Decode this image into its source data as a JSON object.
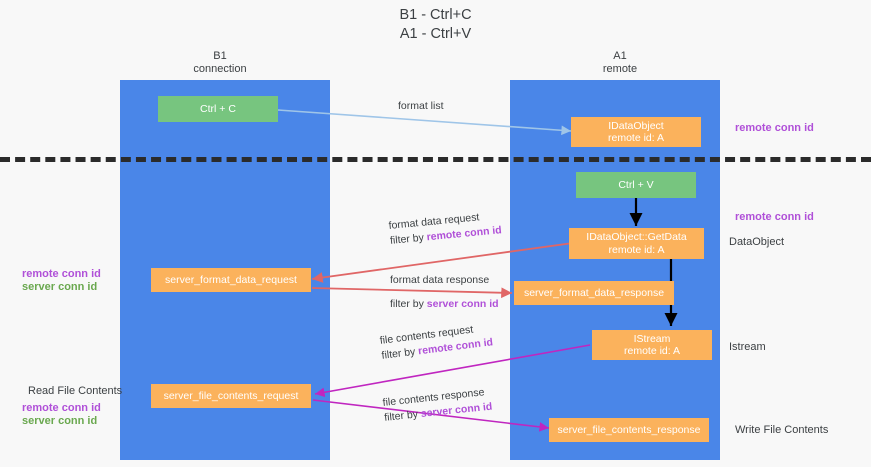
{
  "title": "B1 - Ctrl+C\nA1 - Ctrl+V",
  "columns": [
    {
      "name": "B1",
      "role": "connection",
      "header": "B1\nconnection"
    },
    {
      "name": "A1",
      "role": "remote",
      "header": "A1\nremote"
    }
  ],
  "colors": {
    "lane": "#4a86e8",
    "box_green": "#77c57f",
    "box_orange": "#fbb25c",
    "accent_purple": "#b050d8",
    "accent_green": "#6aa84f",
    "arrow_blue": "#9fc5e8",
    "arrow_red": "#e06666",
    "arrow_black": "#000000",
    "arrow_magenta": "#c026c0",
    "divider": "#2b2b2b",
    "background": "#f8f8f8"
  },
  "nodes": {
    "ctrl_c": {
      "label": "Ctrl + C",
      "color": "green",
      "lane": "B1"
    },
    "idataobject": {
      "line1": "IDataObject",
      "line2": "remote id: A",
      "color": "orange",
      "lane": "A1"
    },
    "ctrl_v": {
      "label": "Ctrl + V",
      "color": "green",
      "lane": "A1"
    },
    "getdata": {
      "line1": "IDataObject::GetData",
      "line2": "remote id: A",
      "color": "orange",
      "lane": "A1"
    },
    "server_format_data_request": {
      "label": "server_format_data_request",
      "color": "orange",
      "lane": "B1"
    },
    "server_format_data_response": {
      "label": "server_format_data_response",
      "color": "orange",
      "lane": "A1"
    },
    "istream": {
      "line1": "IStream",
      "line2": "remote id: A",
      "color": "orange",
      "lane": "A1"
    },
    "server_file_contents_request": {
      "label": "server_file_contents_request",
      "color": "orange",
      "lane": "B1"
    },
    "server_file_contents_response": {
      "label": "server_file_contents_response",
      "color": "orange",
      "lane": "A1"
    }
  },
  "edge_labels": {
    "format_list": "format list",
    "format_data_request": {
      "line1": "format data request",
      "line2_prefix": "filter by ",
      "line2_key": "remote conn id"
    },
    "format_data_response": {
      "line1": "format data response",
      "line2_prefix": "filter by ",
      "line2_key": "server conn id"
    },
    "file_contents_request": {
      "line1": "file contents request",
      "line2_prefix": "filter by ",
      "line2_key": "remote conn id"
    },
    "file_contents_response": {
      "line1": "file contents response",
      "line2_prefix": "filter by ",
      "line2_key": "server conn id"
    }
  },
  "right_labels": {
    "remote_conn_id_top": "remote conn id",
    "remote_conn_id_mid": "remote conn id",
    "dataobject": "DataObject",
    "istream": "Istream",
    "write_file_contents": "Write File Contents"
  },
  "left_labels": {
    "remote_conn_id": "remote conn id",
    "server_conn_id": "server conn id",
    "read_file_contents": "Read File Contents",
    "remote_conn_id_2": "remote conn id",
    "server_conn_id_2": "server conn id"
  }
}
